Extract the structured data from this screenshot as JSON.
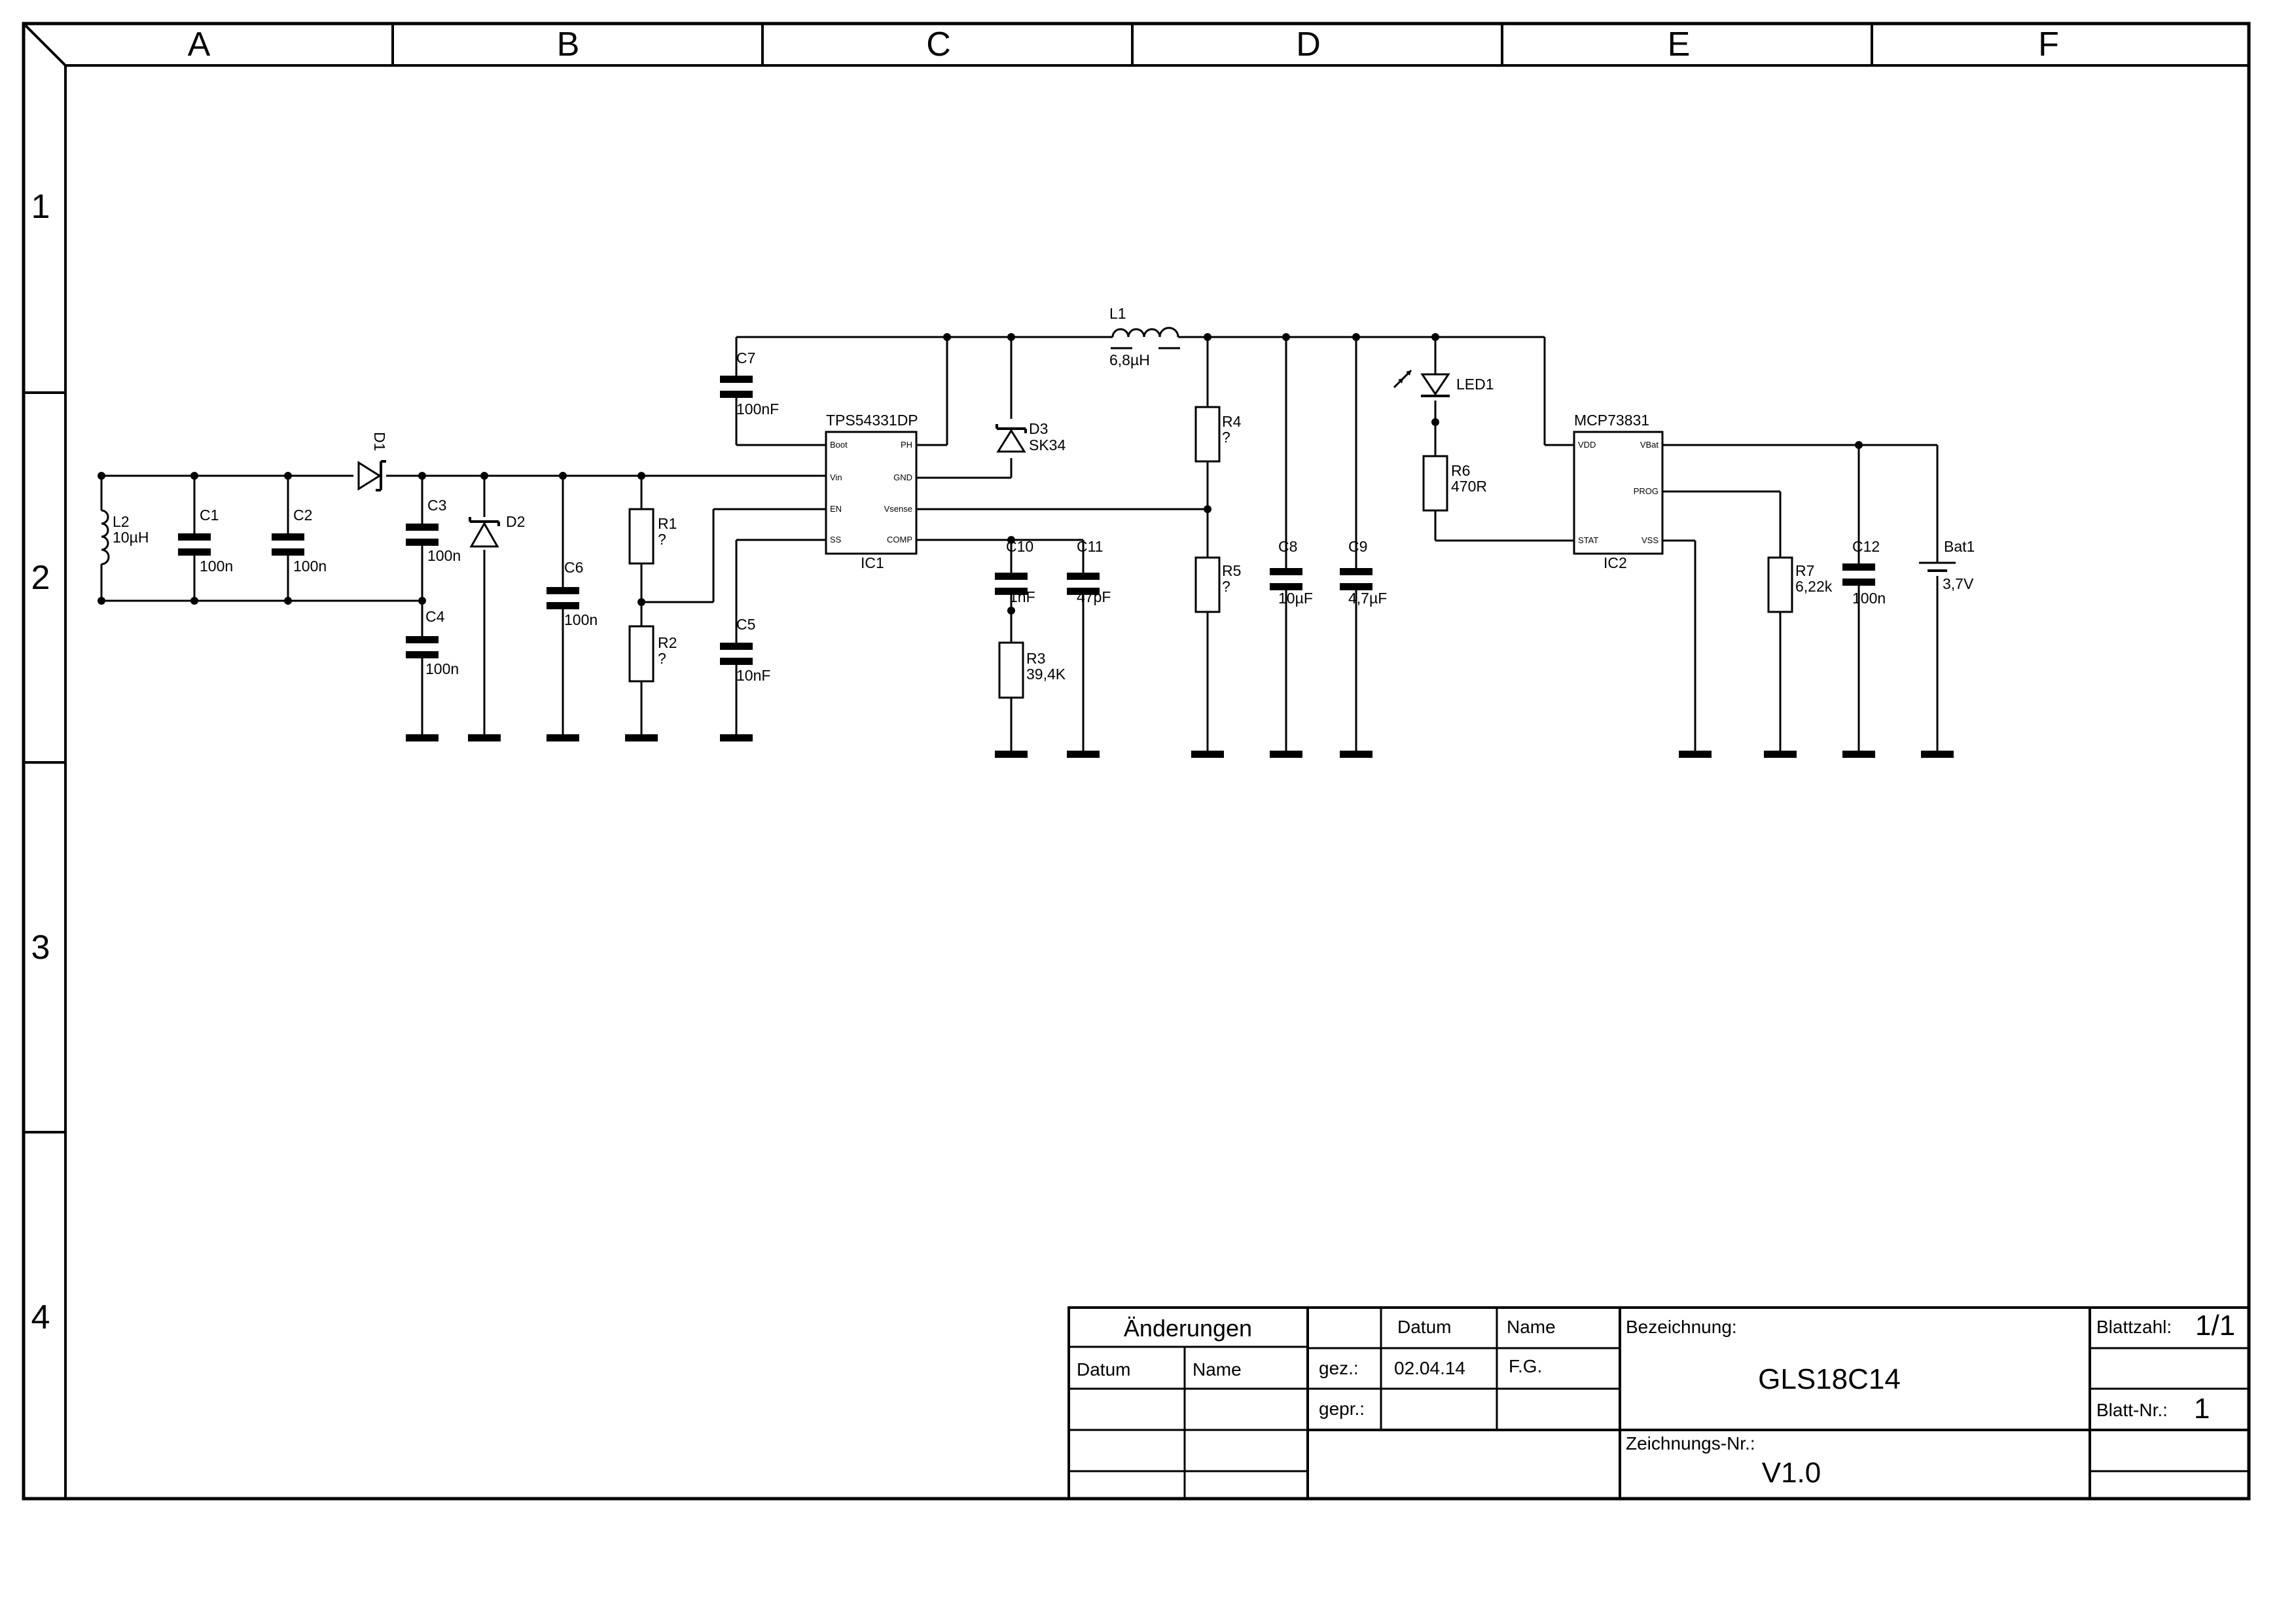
{
  "frame": {
    "columns": [
      "A",
      "B",
      "C",
      "D",
      "E",
      "F"
    ],
    "rows": [
      "1",
      "2",
      "3",
      "4"
    ]
  },
  "components": {
    "L1": {
      "ref": "L1",
      "value": "6,8µH"
    },
    "L2": {
      "ref": "L2",
      "value": "10µH"
    },
    "C1": {
      "ref": "C1",
      "value": "100n"
    },
    "C2": {
      "ref": "C2",
      "value": "100n"
    },
    "C3": {
      "ref": "C3",
      "value": "100n"
    },
    "C4": {
      "ref": "C4",
      "value": "100n"
    },
    "C5": {
      "ref": "C5",
      "value": "10nF"
    },
    "C6": {
      "ref": "C6",
      "value": "100n"
    },
    "C7": {
      "ref": "C7",
      "value": "100nF"
    },
    "C8": {
      "ref": "C8",
      "value": "10µF"
    },
    "C9": {
      "ref": "C9",
      "value": "4,7µF"
    },
    "C10": {
      "ref": "C10",
      "value": "1nF"
    },
    "C11": {
      "ref": "C11",
      "value": "47pF"
    },
    "C12": {
      "ref": "C12",
      "value": "100n"
    },
    "R1": {
      "ref": "R1",
      "value": "?"
    },
    "R2": {
      "ref": "R2",
      "value": "?"
    },
    "R3": {
      "ref": "R3",
      "value": "39,4K"
    },
    "R4": {
      "ref": "R4",
      "value": "?"
    },
    "R5": {
      "ref": "R5",
      "value": "?"
    },
    "R6": {
      "ref": "R6",
      "value": "470R"
    },
    "R7": {
      "ref": "R7",
      "value": "6,22k"
    },
    "D1": {
      "ref": "D1"
    },
    "D2": {
      "ref": "D2"
    },
    "D3": {
      "ref": "D3",
      "value": "SK34"
    },
    "LED1": {
      "ref": "LED1"
    },
    "Bat1": {
      "ref": "Bat1",
      "value": "3,7V"
    },
    "IC1": {
      "ref": "IC1",
      "part": "TPS54331DP",
      "pins": {
        "boot": "Boot",
        "vin": "Vin",
        "en": "EN",
        "ss": "SS",
        "ph": "PH",
        "gnd": "GND",
        "vsense": "Vsense",
        "comp": "COMP"
      }
    },
    "IC2": {
      "ref": "IC2",
      "part": "MCP73831",
      "pins": {
        "vdd": "VDD",
        "stat": "STAT",
        "vbat": "VBat",
        "prog": "PROG",
        "vss": "VSS"
      }
    }
  },
  "title_block": {
    "aenderungen": "Änderungen",
    "datum_head": "Datum",
    "name_head": "Name",
    "chg_datum": "Datum",
    "chg_name": "Name",
    "gez_label": "gez.:",
    "gez_date": "02.04.14",
    "gez_name": "F.G.",
    "gepr_label": "gepr.:",
    "bezeichnung_label": "Bezeichnung:",
    "bezeichnung": "GLS18C14",
    "zeichnungsnr_label": "Zeichnungs-Nr.:",
    "zeichnungsnr": "V1.0",
    "blattzahl_label": "Blattzahl:",
    "blattzahl": "1/1",
    "blattnr_label": "Blatt-Nr.:",
    "blattnr": "1"
  }
}
